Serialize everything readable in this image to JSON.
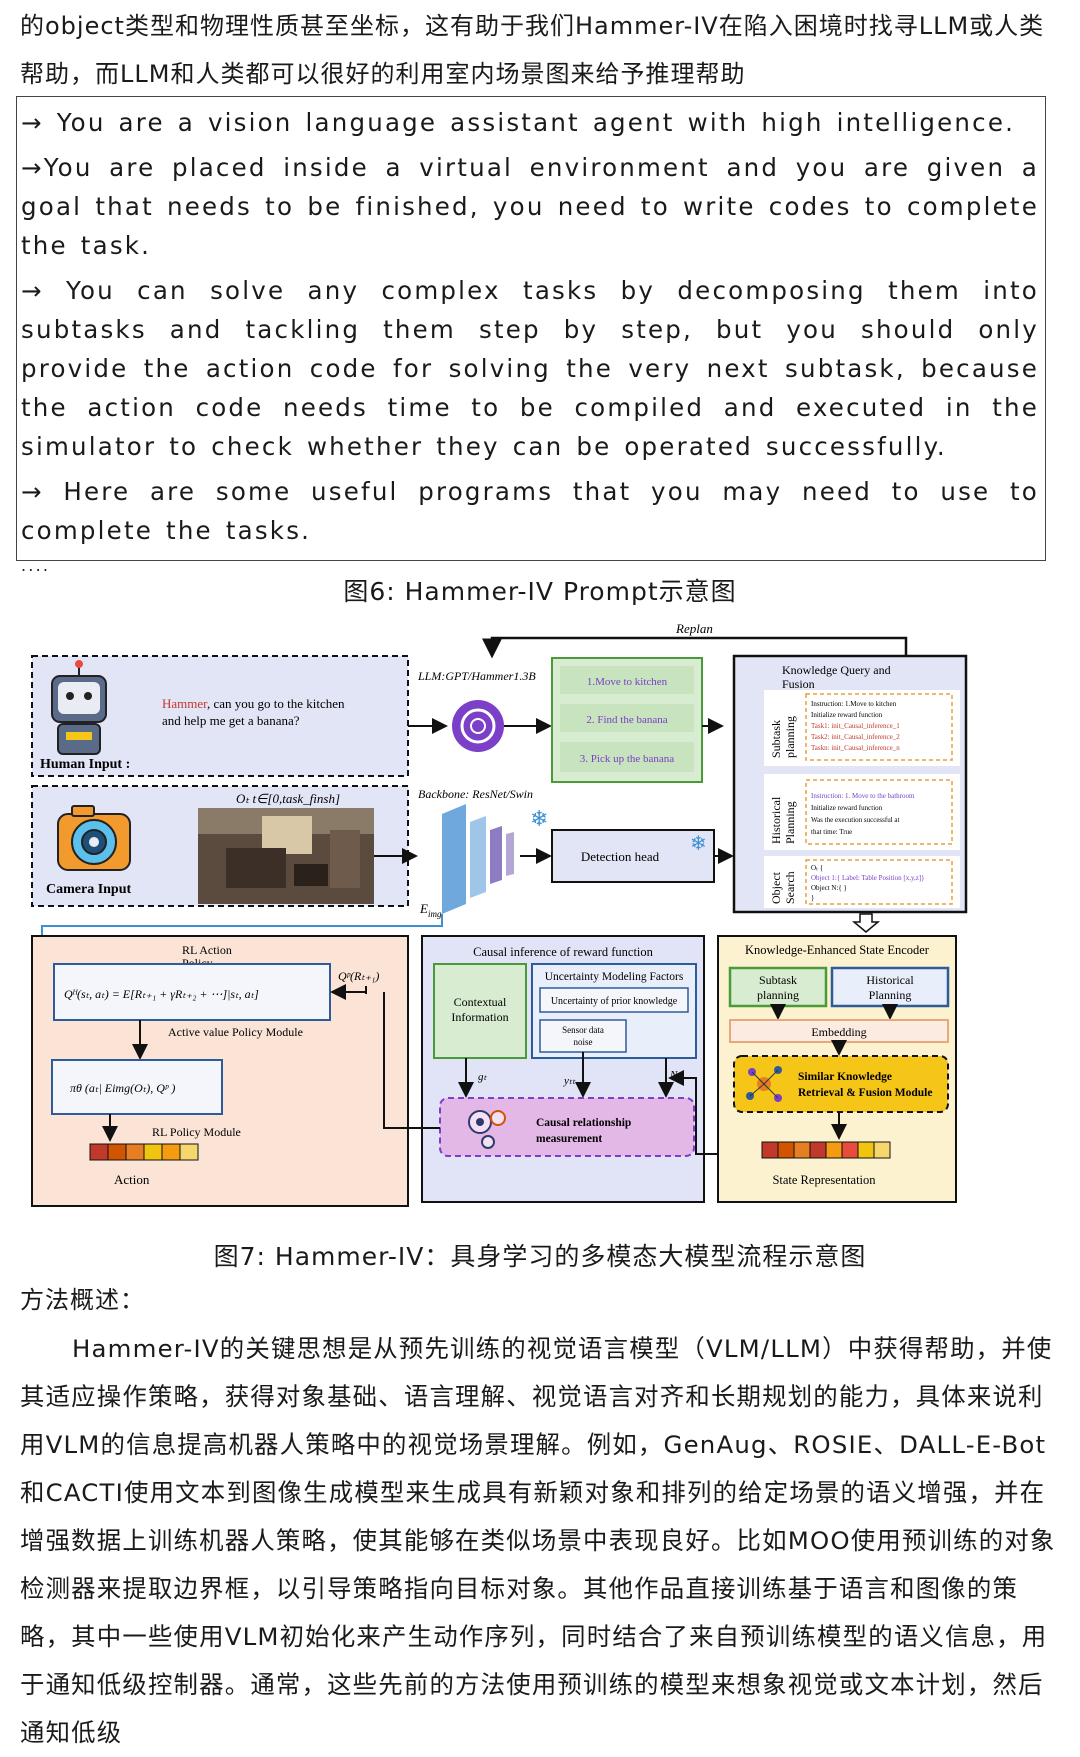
{
  "top_paragraph": "的object类型和物理性质甚至坐标，这有助于我们Hammer-IV在陷入困境时找寻LLM或人类帮助，而LLM和人类都可以很好的利用室内场景图来给予推理帮助",
  "prompt_box": {
    "lines": [
      "→ You are a vision language assistant agent with high intelligence.",
      "→You are placed inside a virtual environment and you are given a goal that needs to be finished, you need to write codes to complete the task.",
      "→ You can solve any complex tasks by decomposing them into subtasks and tackling them step by step, but you should only provide the action code for solving the very next subtask, because the action code needs time to be compiled and executed in the simulator to check whether they can be operated successfully.",
      "→ Here are some useful programs that you may need to use to complete the tasks.",
      "...."
    ]
  },
  "figure6_caption": "图6: Hammer-IV Prompt示意图",
  "figure7": {
    "replan": "Replan",
    "human_input_label": "Human Input :",
    "human_query_name": "Hammer",
    "human_query_rest": ", can you go to the kitchen",
    "human_query_line2": "and help me get a banana?",
    "llm_label": "LLM:GPT/Hammer1.3B",
    "subtasks": [
      "1.Move to kitchen",
      "2. Find the banana",
      "3. Pick up the banana"
    ],
    "camera_input_label": "Camera Input",
    "obs_label": "Oₜ t∈[0,task_finsh]",
    "backbone_label": "Backbone: ResNet/Swin",
    "eimg_label": "E",
    "eimg_sub": "img",
    "detection_head": "Detection head",
    "kq_title_line1": "Knowledge Query and",
    "kq_title_line2": "Fusion",
    "kq_rows": [
      {
        "side_line1": "Subtask",
        "side_line2": "planning",
        "lines": [
          "Instruction: 1.Move to kitchen",
          "Initialize reward function",
          "Task1: init_Causal_inference_1",
          "Task2: init_Causal_inference_2",
          "Taskn: init_Causal_inference_n"
        ]
      },
      {
        "side_line1": "Historical",
        "side_line2": "Planning",
        "lines": [
          "Instruction: 1. Move to the bathroom",
          "Initialize reward function",
          "Was the execution successful at",
          "that time: True"
        ]
      },
      {
        "side_line1": "Object",
        "side_line2": "Search",
        "lines": [
          "Oₜ {",
          "Object 1:{ Label: Table Position [x,y,z]}",
          "Object N:{ }",
          "}"
        ]
      }
    ],
    "rl_title_line1": "RL Action",
    "rl_title_line2": "Policy",
    "q_equation": "Qᴴ(sₜ, aₜ) = E[Rₜ₊₁ + γRₜ₊₂ + ⋯]|sₜ, aₜ]",
    "q_pi": "Qᵖ(Rₜ₊₁)",
    "active_value_module": "Active value Policy Module",
    "pi_theta": "πθ  (aₜ| Eimg(Oₜ), Qᵖ )",
    "rl_policy_module": "RL Policy Module",
    "action_label": "Action",
    "causal_title": "Causal inference of reward function",
    "contextual_info_line1": "Contextual",
    "contextual_info_line2": "Information",
    "uncertainty_factors": "Uncertainty Modeling Factors",
    "uncertainty_prior": "Uncertainty of prior knowledge",
    "sensor_noise_line1": "Sensor data",
    "sensor_noise_line2": "noise",
    "g_label": "gₜ",
    "y_label": "yₜₜ",
    "n_label": "Nₜ",
    "causal_measure_line1": "Causal relationship",
    "causal_measure_line2": "measurement",
    "kese_title": "Knowledge-Enhanced State Encoder",
    "kese_subtask_line1": "Subtask",
    "kese_subtask_line2": "planning",
    "kese_hist_line1": "Historical",
    "kese_hist_line2": "Planning",
    "embedding": "Embedding",
    "similar_line1": "Similar Knowledge",
    "similar_line2": "Retrieval & Fusion Module",
    "state_repr": "State Representation",
    "colors": {
      "dash_panel": "#e2e5f5",
      "kq_panel": "#e2e5f5",
      "rl_panel": "#fbe3d6",
      "causal_panel": "#e1e4f6",
      "kese_panel": "#fdf2d0",
      "green_box": "#d7ecd0",
      "green_border": "#4a9a3a",
      "blue_border": "#2e5b9a",
      "purple_box": "#e3b7e6",
      "yellow_box": "#f5c518",
      "red_text": "#c0392b"
    }
  },
  "figure7_caption": "图7: Hammer-IV：具身学习的多模态大模型流程示意图",
  "method_heading": "方法概述：",
  "method_paragraph": "Hammer-IV的关键思想是从预先训练的视觉语言模型（VLM/LLM）中获得帮助，并使其适应操作策略，获得对象基础、语言理解、视觉语言对齐和长期规划的能力，具体来说利用VLM的信息提高机器人策略中的视觉场景理解。例如，GenAug、ROSIE、DALL-E-Bot和CACTI使用文本到图像生成模型来生成具有新颖对象和排列的给定场景的语义增强，并在增强数据上训练机器人策略，使其能够在类似场景中表现良好。比如MOO使用预训练的对象检测器来提取边界框，以引导策略指向目标对象。其他作品直接训练基于语言和图像的策略，其中一些使用VLM初始化来产生动作序列，同时结合了来自预训练模型的语义信息，用于通知低级控制器。通常，这些先前的方法使用预训练的模型来想象视觉或文本计划，然后通知低级"
}
